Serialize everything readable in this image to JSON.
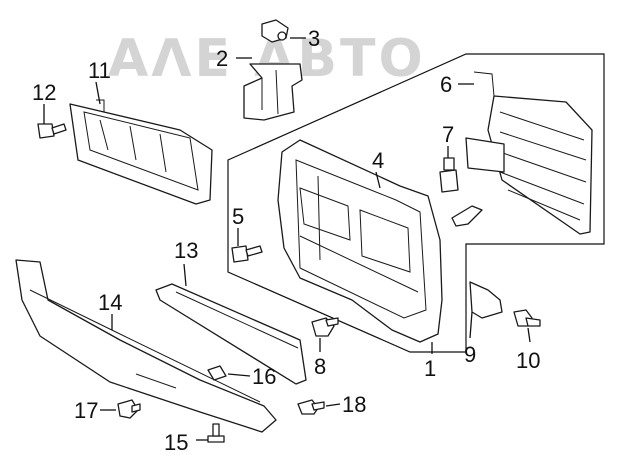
{
  "watermark": "ΑΛΕ ΑΒΤΟ",
  "callouts": [
    "1",
    "2",
    "3",
    "4",
    "5",
    "6",
    "7",
    "8",
    "9",
    "10",
    "11",
    "12",
    "13",
    "14",
    "15",
    "16",
    "17",
    "18"
  ],
  "colors": {
    "line": "#1a1a1a",
    "watermark": "#d4d4d4",
    "background": "#ffffff"
  }
}
